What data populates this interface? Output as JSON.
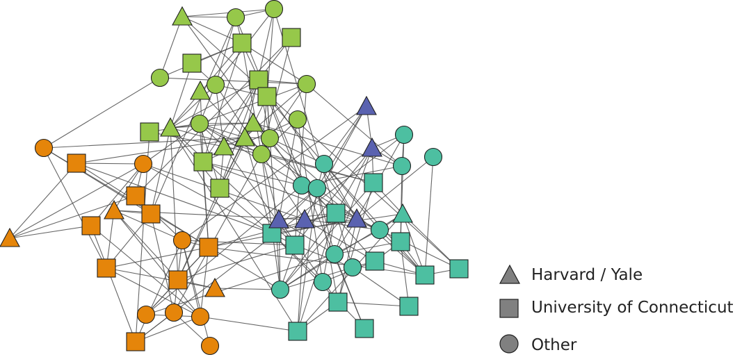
{
  "colors": {
    "green": "#96c84a",
    "teal": "#4dbfa1",
    "orange": "#e5850a",
    "blue": "#5a62b0",
    "legend_gray": "#808080",
    "edge": "#4a4a4a",
    "stroke": "#1e1e1e"
  },
  "legend": {
    "items": [
      {
        "shape": "triangle",
        "label": "Harvard / Yale"
      },
      {
        "shape": "square",
        "label": "University of Connecticut"
      },
      {
        "shape": "circle",
        "label": "Other"
      }
    ]
  }
}
